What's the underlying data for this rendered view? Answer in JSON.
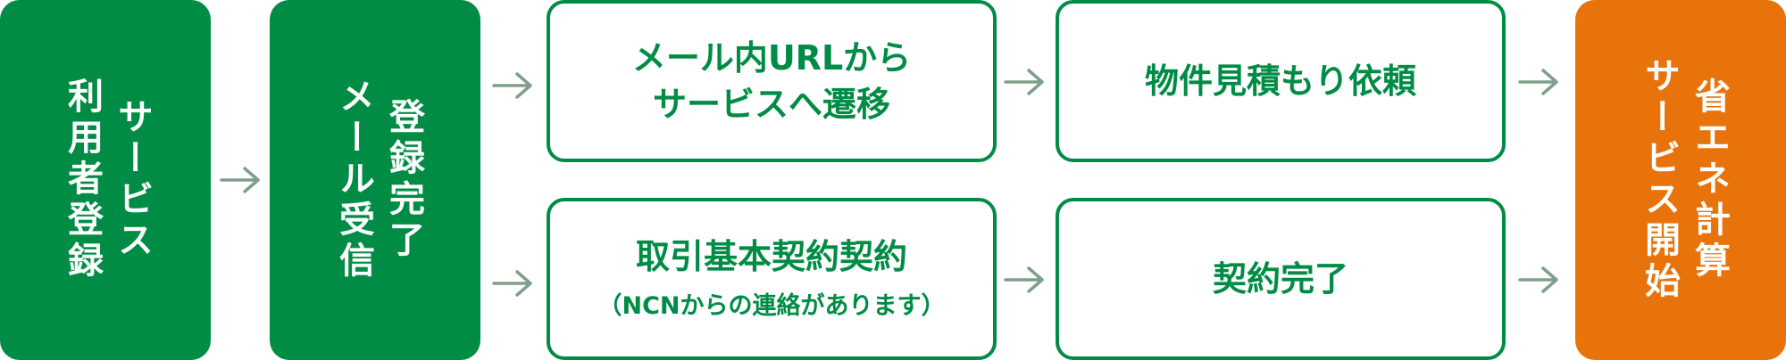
{
  "colors": {
    "green": "#008c45",
    "orange": "#e8730a",
    "arrow": "#7f9f8a"
  },
  "steps": {
    "service_registration": {
      "line1": "サービス",
      "line2": "利用者登録"
    },
    "registration_complete": {
      "line1": "登録完了",
      "line2": "メール受信"
    },
    "mail_url": {
      "line1": "メール内URLから",
      "line2": "サービスへ遷移"
    },
    "estimate_request": {
      "label": "物件見積もり依頼"
    },
    "basic_contract": {
      "label": "取引基本契約契約",
      "note": "（NCNからの連絡があります）"
    },
    "contract_complete": {
      "label": "契約完了"
    },
    "service_start": {
      "line1": "省エネ計算",
      "line2": "サービス開始"
    }
  },
  "icons": {
    "arrow": "arrow-right-icon"
  }
}
